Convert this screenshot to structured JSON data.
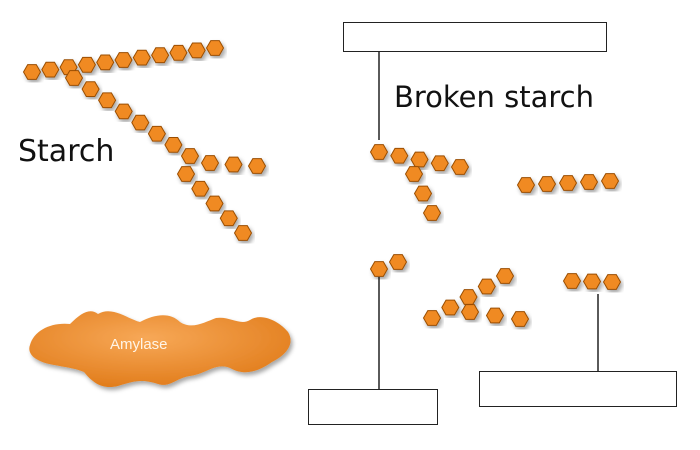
{
  "labels": {
    "starch": "Starch",
    "broken_starch": "Broken starch",
    "amylase": "Amylase"
  },
  "answer_boxes": {
    "top": "",
    "bottom_left": "",
    "bottom_right": ""
  },
  "colors": {
    "glucose_fill": "#f08a24",
    "glucose_stroke": "#9a4e00",
    "enzyme_fill": "#ef8a2a",
    "enzyme_highlight": "#f7a857",
    "line": "#222222"
  },
  "icons": {
    "glucose_unit": "hexagon",
    "enzyme": "blob-shape"
  }
}
